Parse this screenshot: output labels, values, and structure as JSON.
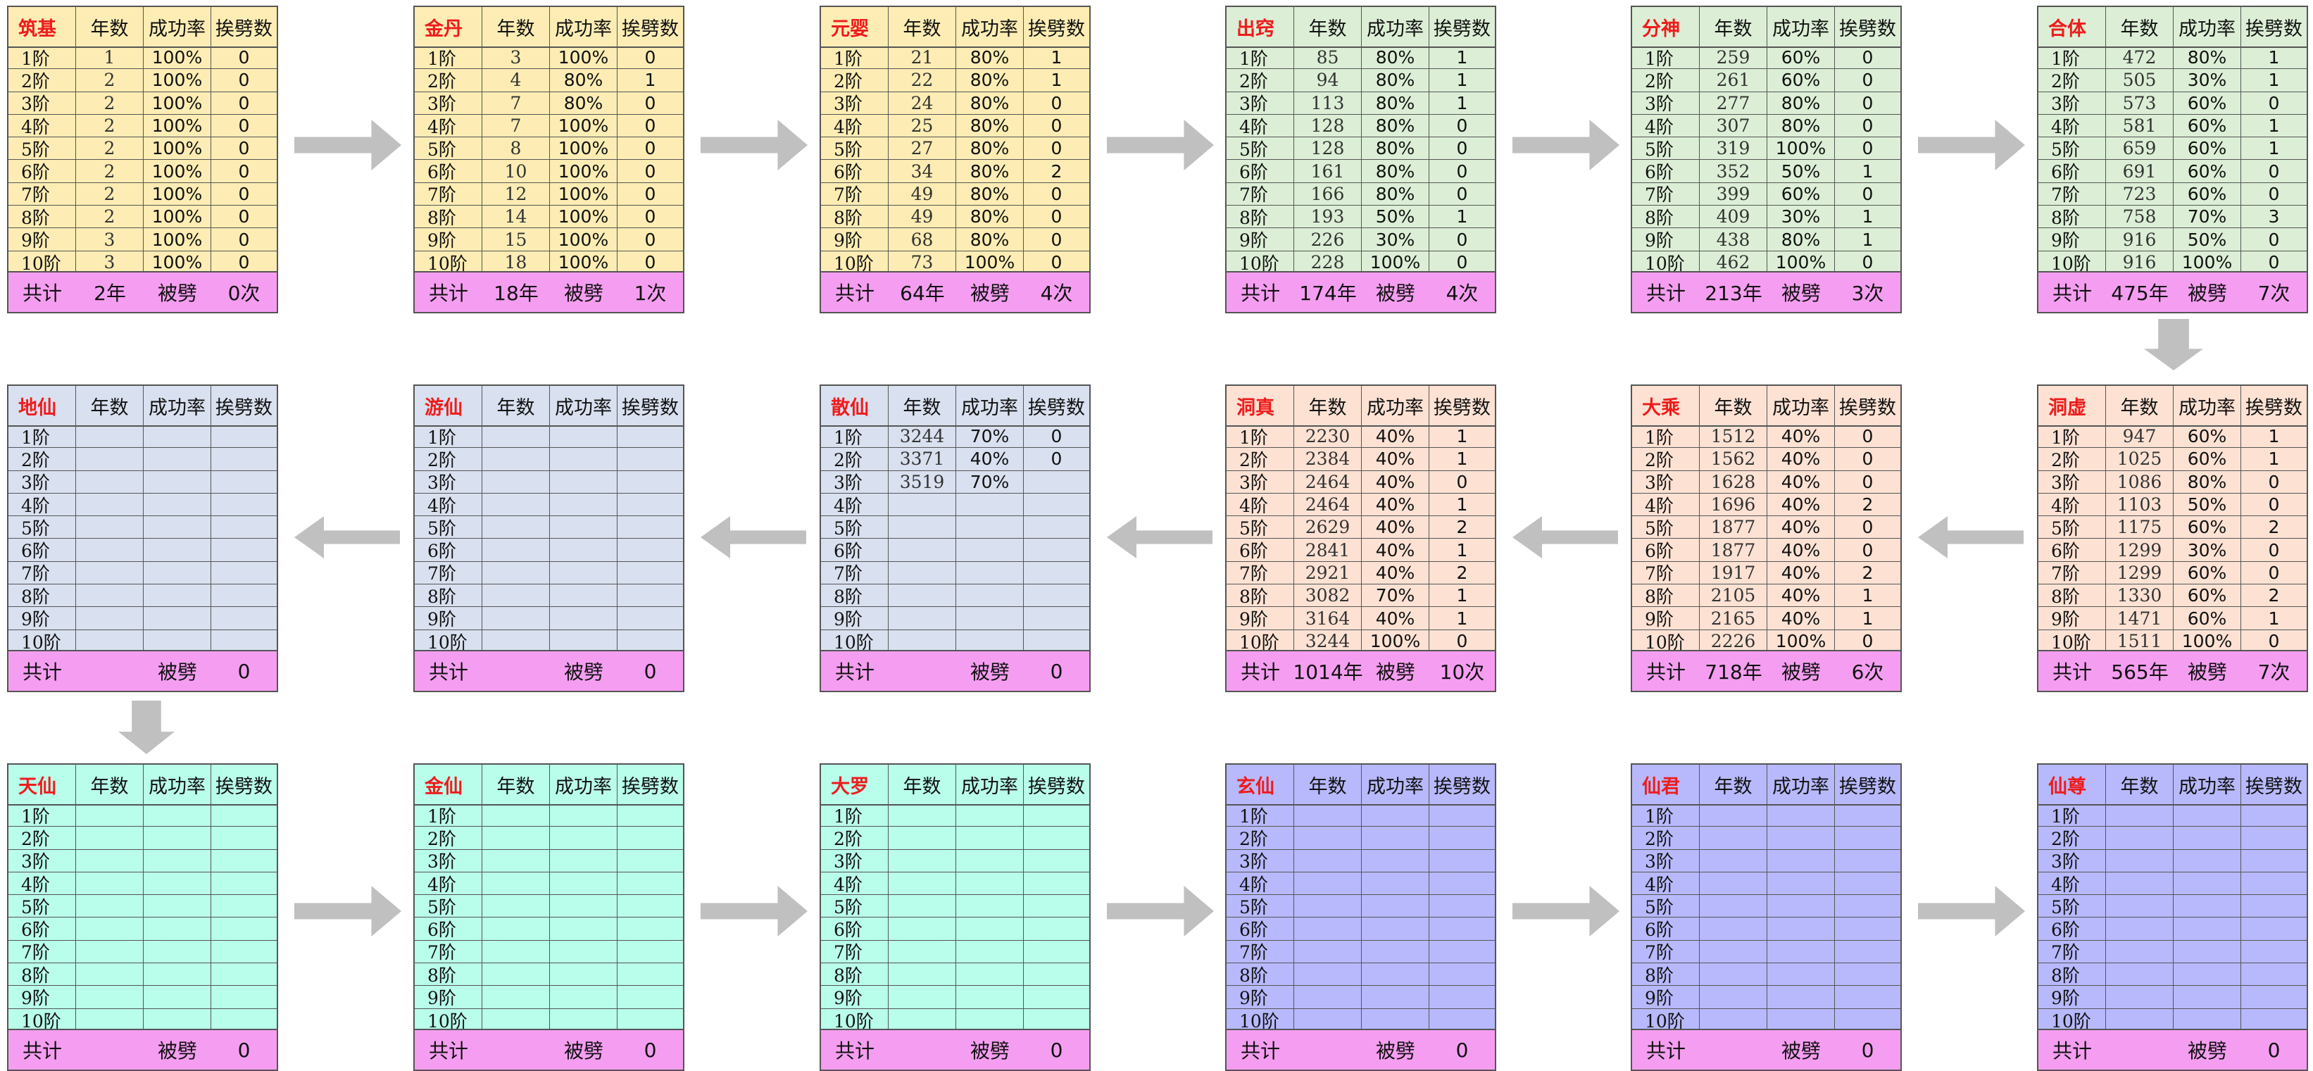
{
  "headers": {
    "years": "年数",
    "rate": "成功率",
    "hits": "挨劈数"
  },
  "footer_labels": {
    "total": "共计",
    "struck": "被劈"
  },
  "stages": [
    "1阶",
    "2阶",
    "3阶",
    "4阶",
    "5阶",
    "6阶",
    "7阶",
    "8阶",
    "9阶",
    "10阶"
  ],
  "colors": {
    "yellow": "#fdedb4",
    "green": "#dcefd6",
    "peach": "#fde2d4",
    "gray": "#d9e0ef",
    "cyan": "#b9fdeb",
    "violet": "#b8b9fd",
    "footer": "#f59ef1",
    "realm_title": "#ee1c1c",
    "arrow": "#c0c0c0"
  },
  "icons": {
    "arrow": "arrow-icon"
  },
  "tables": [
    {
      "name": "筑基",
      "color": "yellow",
      "rows": [
        [
          "1",
          "100%",
          "0"
        ],
        [
          "2",
          "100%",
          "0"
        ],
        [
          "2",
          "100%",
          "0"
        ],
        [
          "2",
          "100%",
          "0"
        ],
        [
          "2",
          "100%",
          "0"
        ],
        [
          "2",
          "100%",
          "0"
        ],
        [
          "2",
          "100%",
          "0"
        ],
        [
          "2",
          "100%",
          "0"
        ],
        [
          "3",
          "100%",
          "0"
        ],
        [
          "3",
          "100%",
          "0"
        ]
      ],
      "total_years": "2年",
      "total_hits": "0次"
    },
    {
      "name": "金丹",
      "color": "yellow",
      "rows": [
        [
          "3",
          "100%",
          "0"
        ],
        [
          "4",
          "80%",
          "1"
        ],
        [
          "7",
          "80%",
          "0"
        ],
        [
          "7",
          "100%",
          "0"
        ],
        [
          "8",
          "100%",
          "0"
        ],
        [
          "10",
          "100%",
          "0"
        ],
        [
          "12",
          "100%",
          "0"
        ],
        [
          "14",
          "100%",
          "0"
        ],
        [
          "15",
          "100%",
          "0"
        ],
        [
          "18",
          "100%",
          "0"
        ]
      ],
      "total_years": "18年",
      "total_hits": "1次"
    },
    {
      "name": "元婴",
      "color": "yellow",
      "rows": [
        [
          "21",
          "80%",
          "1"
        ],
        [
          "22",
          "80%",
          "1"
        ],
        [
          "24",
          "80%",
          "0"
        ],
        [
          "25",
          "80%",
          "0"
        ],
        [
          "27",
          "80%",
          "0"
        ],
        [
          "34",
          "80%",
          "2"
        ],
        [
          "49",
          "80%",
          "0"
        ],
        [
          "49",
          "80%",
          "0"
        ],
        [
          "68",
          "80%",
          "0"
        ],
        [
          "73",
          "100%",
          "0"
        ]
      ],
      "total_years": "64年",
      "total_hits": "4次"
    },
    {
      "name": "出窍",
      "color": "green",
      "rows": [
        [
          "85",
          "80%",
          "1"
        ],
        [
          "94",
          "80%",
          "1"
        ],
        [
          "113",
          "80%",
          "1"
        ],
        [
          "128",
          "80%",
          "0"
        ],
        [
          "128",
          "80%",
          "0"
        ],
        [
          "161",
          "80%",
          "0"
        ],
        [
          "166",
          "80%",
          "0"
        ],
        [
          "193",
          "50%",
          "1"
        ],
        [
          "226",
          "30%",
          "0"
        ],
        [
          "228",
          "100%",
          "0"
        ]
      ],
      "total_years": "174年",
      "total_hits": "4次"
    },
    {
      "name": "分神",
      "color": "green",
      "rows": [
        [
          "259",
          "60%",
          "0"
        ],
        [
          "261",
          "60%",
          "0"
        ],
        [
          "277",
          "80%",
          "0"
        ],
        [
          "307",
          "80%",
          "0"
        ],
        [
          "319",
          "100%",
          "0"
        ],
        [
          "352",
          "50%",
          "1"
        ],
        [
          "399",
          "60%",
          "0"
        ],
        [
          "409",
          "30%",
          "1"
        ],
        [
          "438",
          "80%",
          "1"
        ],
        [
          "462",
          "100%",
          "0"
        ]
      ],
      "total_years": "213年",
      "total_hits": "3次"
    },
    {
      "name": "合体",
      "color": "green",
      "rows": [
        [
          "472",
          "80%",
          "1"
        ],
        [
          "505",
          "30%",
          "1"
        ],
        [
          "573",
          "60%",
          "0"
        ],
        [
          "581",
          "60%",
          "1"
        ],
        [
          "659",
          "60%",
          "1"
        ],
        [
          "691",
          "60%",
          "0"
        ],
        [
          "723",
          "60%",
          "0"
        ],
        [
          "758",
          "70%",
          "3"
        ],
        [
          "916",
          "50%",
          "0"
        ],
        [
          "916",
          "100%",
          "0"
        ]
      ],
      "total_years": "475年",
      "total_hits": "7次"
    },
    {
      "name": "地仙",
      "color": "gray",
      "rows": [
        [
          "",
          "",
          ""
        ],
        [
          "",
          "",
          ""
        ],
        [
          "",
          "",
          ""
        ],
        [
          "",
          "",
          ""
        ],
        [
          "",
          "",
          ""
        ],
        [
          "",
          "",
          ""
        ],
        [
          "",
          "",
          ""
        ],
        [
          "",
          "",
          ""
        ],
        [
          "",
          "",
          ""
        ],
        [
          "",
          "",
          ""
        ]
      ],
      "total_years": "",
      "total_hits": "0"
    },
    {
      "name": "游仙",
      "color": "gray",
      "rows": [
        [
          "",
          "",
          ""
        ],
        [
          "",
          "",
          ""
        ],
        [
          "",
          "",
          ""
        ],
        [
          "",
          "",
          ""
        ],
        [
          "",
          "",
          ""
        ],
        [
          "",
          "",
          ""
        ],
        [
          "",
          "",
          ""
        ],
        [
          "",
          "",
          ""
        ],
        [
          "",
          "",
          ""
        ],
        [
          "",
          "",
          ""
        ]
      ],
      "total_years": "",
      "total_hits": "0"
    },
    {
      "name": "散仙",
      "color": "gray",
      "rows": [
        [
          "3244",
          "70%",
          "0"
        ],
        [
          "3371",
          "40%",
          "0"
        ],
        [
          "3519",
          "70%",
          ""
        ],
        [
          "",
          "",
          ""
        ],
        [
          "",
          "",
          ""
        ],
        [
          "",
          "",
          ""
        ],
        [
          "",
          "",
          ""
        ],
        [
          "",
          "",
          ""
        ],
        [
          "",
          "",
          ""
        ],
        [
          "",
          "",
          ""
        ]
      ],
      "total_years": "",
      "total_hits": "0"
    },
    {
      "name": "洞真",
      "color": "peach",
      "rows": [
        [
          "2230",
          "40%",
          "1"
        ],
        [
          "2384",
          "40%",
          "1"
        ],
        [
          "2464",
          "40%",
          "0"
        ],
        [
          "2464",
          "40%",
          "1"
        ],
        [
          "2629",
          "40%",
          "2"
        ],
        [
          "2841",
          "40%",
          "1"
        ],
        [
          "2921",
          "40%",
          "2"
        ],
        [
          "3082",
          "70%",
          "1"
        ],
        [
          "3164",
          "40%",
          "1"
        ],
        [
          "3244",
          "100%",
          "0"
        ]
      ],
      "total_years": "1014年",
      "total_hits": "10次"
    },
    {
      "name": "大乘",
      "color": "peach",
      "rows": [
        [
          "1512",
          "40%",
          "0"
        ],
        [
          "1562",
          "40%",
          "0"
        ],
        [
          "1628",
          "40%",
          "0"
        ],
        [
          "1696",
          "40%",
          "2"
        ],
        [
          "1877",
          "40%",
          "0"
        ],
        [
          "1877",
          "40%",
          "0"
        ],
        [
          "1917",
          "40%",
          "2"
        ],
        [
          "2105",
          "40%",
          "1"
        ],
        [
          "2165",
          "40%",
          "1"
        ],
        [
          "2226",
          "100%",
          "0"
        ]
      ],
      "total_years": "718年",
      "total_hits": "6次"
    },
    {
      "name": "洞虚",
      "color": "peach",
      "rows": [
        [
          "947",
          "60%",
          "1"
        ],
        [
          "1025",
          "60%",
          "1"
        ],
        [
          "1086",
          "80%",
          "0"
        ],
        [
          "1103",
          "50%",
          "0"
        ],
        [
          "1175",
          "60%",
          "2"
        ],
        [
          "1299",
          "30%",
          "0"
        ],
        [
          "1299",
          "60%",
          "0"
        ],
        [
          "1330",
          "60%",
          "2"
        ],
        [
          "1471",
          "60%",
          "1"
        ],
        [
          "1511",
          "100%",
          "0"
        ]
      ],
      "total_years": "565年",
      "total_hits": "7次"
    },
    {
      "name": "天仙",
      "color": "cyan",
      "rows": [
        [
          "",
          "",
          ""
        ],
        [
          "",
          "",
          ""
        ],
        [
          "",
          "",
          ""
        ],
        [
          "",
          "",
          ""
        ],
        [
          "",
          "",
          ""
        ],
        [
          "",
          "",
          ""
        ],
        [
          "",
          "",
          ""
        ],
        [
          "",
          "",
          ""
        ],
        [
          "",
          "",
          ""
        ],
        [
          "",
          "",
          ""
        ]
      ],
      "total_years": "",
      "total_hits": "0"
    },
    {
      "name": "金仙",
      "color": "cyan",
      "rows": [
        [
          "",
          "",
          ""
        ],
        [
          "",
          "",
          ""
        ],
        [
          "",
          "",
          ""
        ],
        [
          "",
          "",
          ""
        ],
        [
          "",
          "",
          ""
        ],
        [
          "",
          "",
          ""
        ],
        [
          "",
          "",
          ""
        ],
        [
          "",
          "",
          ""
        ],
        [
          "",
          "",
          ""
        ],
        [
          "",
          "",
          ""
        ]
      ],
      "total_years": "",
      "total_hits": "0"
    },
    {
      "name": "大罗",
      "color": "cyan",
      "rows": [
        [
          "",
          "",
          ""
        ],
        [
          "",
          "",
          ""
        ],
        [
          "",
          "",
          ""
        ],
        [
          "",
          "",
          ""
        ],
        [
          "",
          "",
          ""
        ],
        [
          "",
          "",
          ""
        ],
        [
          "",
          "",
          ""
        ],
        [
          "",
          "",
          ""
        ],
        [
          "",
          "",
          ""
        ],
        [
          "",
          "",
          ""
        ]
      ],
      "total_years": "",
      "total_hits": "0"
    },
    {
      "name": "玄仙",
      "color": "violet",
      "rows": [
        [
          "",
          "",
          ""
        ],
        [
          "",
          "",
          ""
        ],
        [
          "",
          "",
          ""
        ],
        [
          "",
          "",
          ""
        ],
        [
          "",
          "",
          ""
        ],
        [
          "",
          "",
          ""
        ],
        [
          "",
          "",
          ""
        ],
        [
          "",
          "",
          ""
        ],
        [
          "",
          "",
          ""
        ],
        [
          "",
          "",
          ""
        ]
      ],
      "total_years": "",
      "total_hits": "0"
    },
    {
      "name": "仙君",
      "color": "violet",
      "rows": [
        [
          "",
          "",
          ""
        ],
        [
          "",
          "",
          ""
        ],
        [
          "",
          "",
          ""
        ],
        [
          "",
          "",
          ""
        ],
        [
          "",
          "",
          ""
        ],
        [
          "",
          "",
          ""
        ],
        [
          "",
          "",
          ""
        ],
        [
          "",
          "",
          ""
        ],
        [
          "",
          "",
          ""
        ],
        [
          "",
          "",
          ""
        ]
      ],
      "total_years": "",
      "total_hits": "0"
    },
    {
      "name": "仙尊",
      "color": "violet",
      "rows": [
        [
          "",
          "",
          ""
        ],
        [
          "",
          "",
          ""
        ],
        [
          "",
          "",
          ""
        ],
        [
          "",
          "",
          ""
        ],
        [
          "",
          "",
          ""
        ],
        [
          "",
          "",
          ""
        ],
        [
          "",
          "",
          ""
        ],
        [
          "",
          "",
          ""
        ],
        [
          "",
          "",
          ""
        ],
        [
          "",
          "",
          ""
        ]
      ],
      "total_years": "",
      "total_hits": "0"
    }
  ]
}
